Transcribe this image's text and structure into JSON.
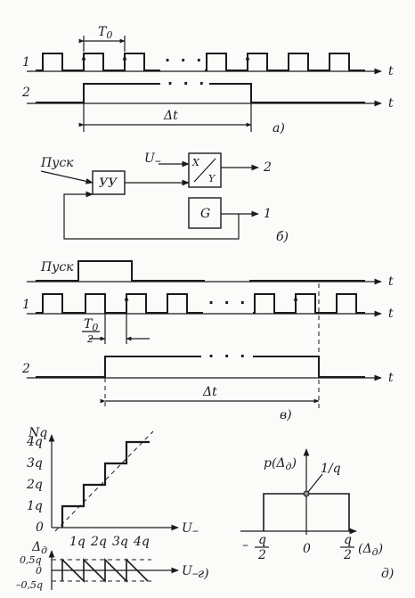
{
  "labels": {
    "t": "t",
    "sig1": "1",
    "sig2": "2",
    "dots": "· · ·",
    "T0": "T",
    "T0_sub": "0",
    "dt": "Δt",
    "pusk": "Пуск",
    "uu": "УУ",
    "xy_x": "X",
    "xy_y": "Y",
    "gen": "G",
    "u_minus": "U",
    "u_minus_sign": "–",
    "out2": "2",
    "out1": "1",
    "half_num": "T",
    "half_sub": "0",
    "half_den": "2",
    "panel_a": "а)",
    "panel_b": "б)",
    "panel_v": "в)",
    "panel_g": "г)",
    "panel_d": "д)",
    "nq": "Nq",
    "q_ticks_y": [
      "4q",
      "3q",
      "2q",
      "1q",
      "0"
    ],
    "q_ticks_x": [
      "1q",
      "2q",
      "3q",
      "4q"
    ],
    "u_axis": "U",
    "u_axis_sign": "–",
    "delta_d": "Δ",
    "delta_d_sub": "д",
    "err_ticks": [
      "0,5q",
      "0",
      "–0,5q"
    ],
    "p_label": "p(Δ",
    "p_sub": "д",
    "p_close": ")",
    "one_over_q": "1/q",
    "neg_half_q_num": "q",
    "neg_half_q_den": "2",
    "neg_sign": "–",
    "zero": "0",
    "pos_half_q_num": "q",
    "pos_half_q_den": "2",
    "delta_axis": "(Δ",
    "delta_axis_sub": "д",
    "delta_axis_close": ")"
  }
}
